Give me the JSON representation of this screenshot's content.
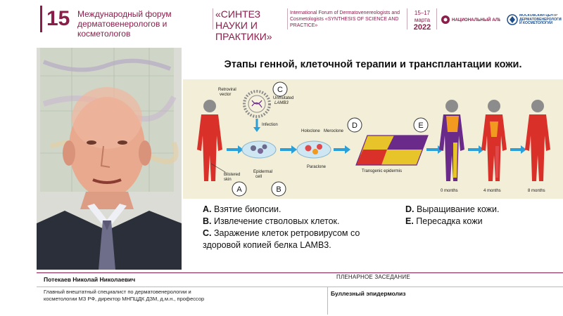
{
  "header": {
    "forum_number": "15",
    "forum_title": "Международный форум дерматовенерологов и косметологов",
    "slogan": "«СИНТЕЗ НАУКИ И ПРАКТИКИ»",
    "title_en": "International Forum of Dermatovenereologists and Cosmetologists «SYNTHESIS OF SCIENCE AND PRACTICE»",
    "dates": "15–17",
    "month": "марта",
    "year": "2022",
    "logo1_text": "НАЦИОНАЛЬНЫЙ АЛЬЯНС",
    "logo2_text": "МОСКОВСКИЙ ЦЕНТР ДЕРМАТОВЕНЕРОЛОГИИ И КОСМЕТОЛОГИИ"
  },
  "slide": {
    "title": "Этапы генной, клеточной терапии и трансплантации кожи.",
    "diagram": {
      "retroviral": "Retroviral",
      "vector": "vector",
      "unmutated": "Unmutated",
      "lamb3": "LAMB3",
      "infection": "Infection",
      "holoclone": "Holoclone",
      "meroclone": "Meroclone",
      "paraclone": "Paraclone",
      "transgenic": "Transgenic epidermis",
      "blistered": "Blistered",
      "skin": "skin",
      "epidermal": "Epidermal",
      "cell": "cell",
      "m0": "0 months",
      "m4": "4 months",
      "m8": "8 months",
      "circle_a": "A",
      "circle_b": "B",
      "circle_c": "C",
      "circle_d": "D",
      "circle_e": "E"
    },
    "list_left": [
      {
        "letter": "A.",
        "text": "Взятие биопсии."
      },
      {
        "letter": "B.",
        "text": "Извлечение стволовых клеток."
      },
      {
        "letter": "C.",
        "text": "Заражение клеток ретровирусом со здоровой копией белка LAMB3."
      }
    ],
    "list_right": [
      {
        "letter": "D.",
        "text": "Выращивание кожи."
      },
      {
        "letter": "E.",
        "text": "Пересадка кожи"
      }
    ]
  },
  "footer": {
    "speaker_name": "Потекаев Николай Николаевич",
    "speaker_role": "Главный внештатный специалист по дерматовенерологии и косметологии МЗ РФ, директор МНПЦДК ДЗМ, д.м.н., профессор",
    "session": "ПЛЕНАРНОЕ ЗАСЕДАНИЕ",
    "topic": "Буллезный эпидермолиз"
  },
  "colors": {
    "brand": "#8b1d4a",
    "diagram_bg": "#f3eed7",
    "skin_red": "#d9302a",
    "purple": "#6a2a8a",
    "orange": "#f29a1f"
  }
}
